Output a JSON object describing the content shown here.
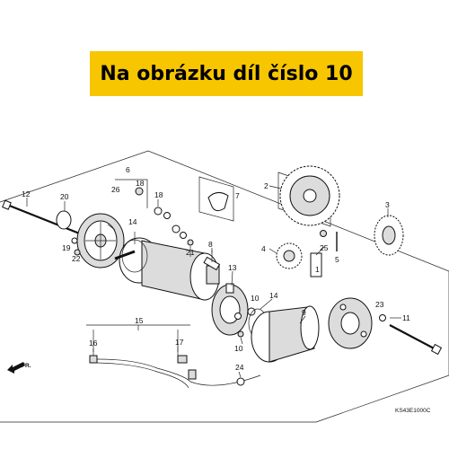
{
  "banner": {
    "text": "Na obrázku díl číslo 10"
  },
  "diagram": {
    "part_numbers": [
      "1",
      "2",
      "3",
      "4",
      "5",
      "6",
      "7",
      "8",
      "9",
      "10",
      "10",
      "11",
      "12",
      "13",
      "14",
      "14",
      "15",
      "16",
      "17",
      "18",
      "18",
      "19",
      "20",
      "21",
      "22",
      "23",
      "24",
      "25",
      "26"
    ],
    "direction_label": "FR.",
    "drawing_code": "KS43E1000C"
  }
}
